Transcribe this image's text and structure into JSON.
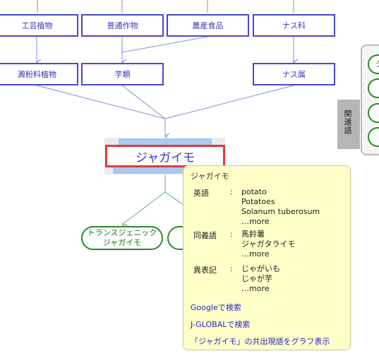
{
  "top_row": [
    "工芸植物",
    "普通作物",
    "農産食品",
    "ナス科"
  ],
  "second_row": [
    "澱粉料植物",
    "芋類",
    "ナス属"
  ],
  "center": "ジャガイモ",
  "children": [
    "トランスジェニック\nジャガイモ"
  ],
  "related": {
    "tab_label": "関連語",
    "items": [
      "ク",
      "",
      "",
      ""
    ]
  },
  "popup": {
    "title": "ジャガイモ",
    "sections": [
      {
        "key": "英語",
        "colon": ":",
        "values": [
          "potato",
          "Potatoes",
          "Solanum tuberosum",
          "…more"
        ]
      },
      {
        "key": "同義語",
        "colon": ":",
        "values": [
          "馬鈴薯",
          "ジャガタライモ",
          "…more"
        ]
      },
      {
        "key": "異表記",
        "colon": ":",
        "values": [
          "じゃがいも",
          "じゃが芋",
          "…more"
        ]
      }
    ],
    "links": [
      "Googleで検索",
      "J-GLOBALで検索",
      "「ジャガイモ」の共出現語をグラフ表示"
    ]
  },
  "colors": {
    "hierarchy_line": "#8a8ad8",
    "child_line": "#6aa86a",
    "highlight_border": "#e23a3a"
  }
}
